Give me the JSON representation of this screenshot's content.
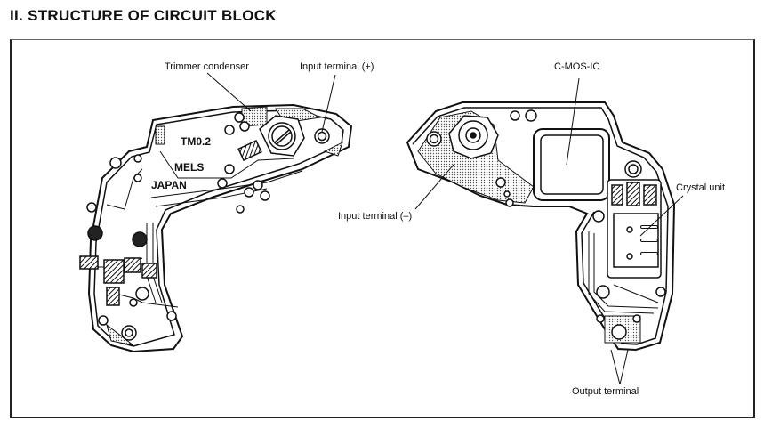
{
  "section_title": "II. STRUCTURE OF CIRCUIT BLOCK",
  "left_block": {
    "labels": {
      "trimmer_condenser": "Trimmer condenser",
      "input_terminal_plus": "Input terminal (+)"
    },
    "board_markings": [
      "TM0.2",
      "MELS",
      "JAPAN"
    ]
  },
  "right_block": {
    "labels": {
      "cmos_ic": "C-MOS-IC",
      "input_terminal_minus": "Input terminal (–)",
      "crystal_unit": "Crystal unit",
      "output_terminal": "Output terminal"
    }
  }
}
